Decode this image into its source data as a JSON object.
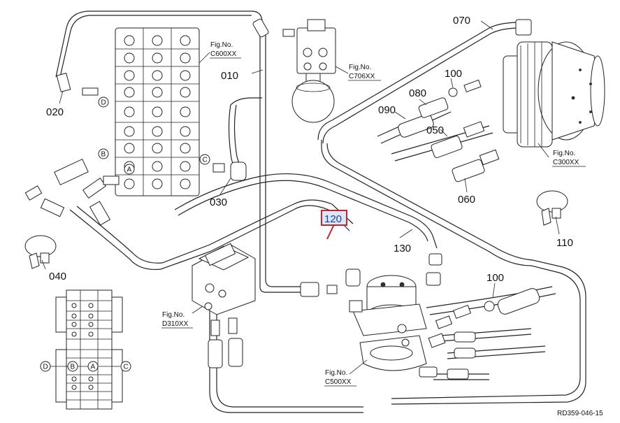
{
  "diagram": {
    "drawing_number": "RD359-046-15",
    "highlighted_part": "120",
    "highlight_color": "#c0262c",
    "part_labels": [
      "010",
      "020",
      "030",
      "040",
      "050",
      "060",
      "070",
      "080",
      "090",
      "100",
      "100",
      "110",
      "120",
      "130"
    ],
    "figure_refs": [
      {
        "prefix": "Fig.No.",
        "code": "C600XX"
      },
      {
        "prefix": "Fig.No.",
        "code": "C706XX"
      },
      {
        "prefix": "Fig.No.",
        "code": "C300XX"
      },
      {
        "prefix": "Fig.No.",
        "code": "D310XX"
      },
      {
        "prefix": "Fig.No.",
        "code": "C500XX"
      }
    ],
    "port_markers": [
      "D",
      "B",
      "A",
      "C"
    ],
    "inset_port_markers": [
      "D",
      "B",
      "A",
      "C"
    ]
  }
}
